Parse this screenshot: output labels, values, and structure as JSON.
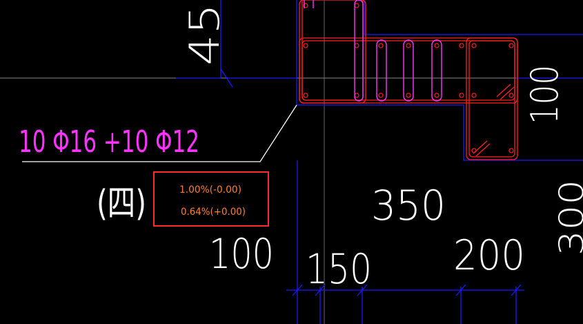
{
  "colors": {
    "background": "#000000",
    "axis_line": "#1a1aff",
    "rebar": "#ff2020",
    "stirrup": "#ff33ff",
    "text_white": "#ffffff",
    "text_orange": "#ff7f27",
    "highlight_box": "#ff2a2a",
    "leader": "#ffffff",
    "reference_line": "#888888"
  },
  "labels": {
    "rebar_spec": "10 Φ16 +10 Φ12",
    "section_number": "(四)",
    "ratio_line_1": "1.00%(-0.00)",
    "ratio_line_2": "0.64%(+0.00)",
    "dim_45": "45",
    "dim_100_right": "100",
    "dim_350": "350",
    "dim_100_bottom": "100",
    "dim_150": "150",
    "dim_200": "200",
    "dim_300_partial": "300"
  }
}
